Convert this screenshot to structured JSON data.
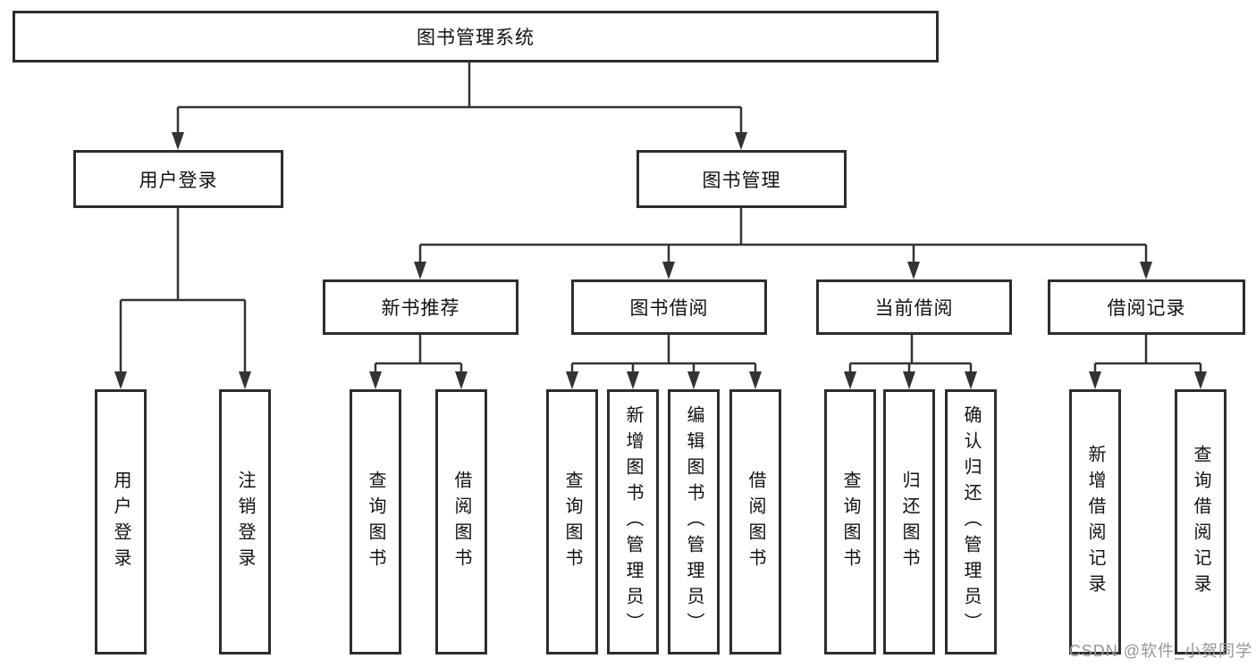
{
  "tree": {
    "label": "图书管理系统",
    "children": [
      {
        "label": "用户登录",
        "children": [
          {
            "label": "用户登录"
          },
          {
            "label": "注销登录"
          }
        ]
      },
      {
        "label": "图书管理",
        "children": [
          {
            "label": "新书推荐",
            "children": [
              {
                "label": "查询图书"
              },
              {
                "label": "借阅图书"
              }
            ]
          },
          {
            "label": "图书借阅",
            "children": [
              {
                "label": "查询图书"
              },
              {
                "label": "新增图书（管理员）"
              },
              {
                "label": "编辑图书（管理员）"
              },
              {
                "label": "借阅图书"
              }
            ]
          },
          {
            "label": "当前借阅",
            "children": [
              {
                "label": "查询图书"
              },
              {
                "label": "归还图书"
              },
              {
                "label": "确认归还（管理员）"
              }
            ]
          },
          {
            "label": "借阅记录",
            "children": [
              {
                "label": "新增借阅记录"
              },
              {
                "label": "查询借阅记录"
              }
            ]
          }
        ]
      }
    ]
  },
  "watermark": {
    "text": "CSDN @软件_小贺同学"
  },
  "colors": {
    "line": "#333333",
    "box_border": "#2d2d2d",
    "text": "#111111",
    "watermark": "#969696",
    "background": "#ffffff"
  }
}
